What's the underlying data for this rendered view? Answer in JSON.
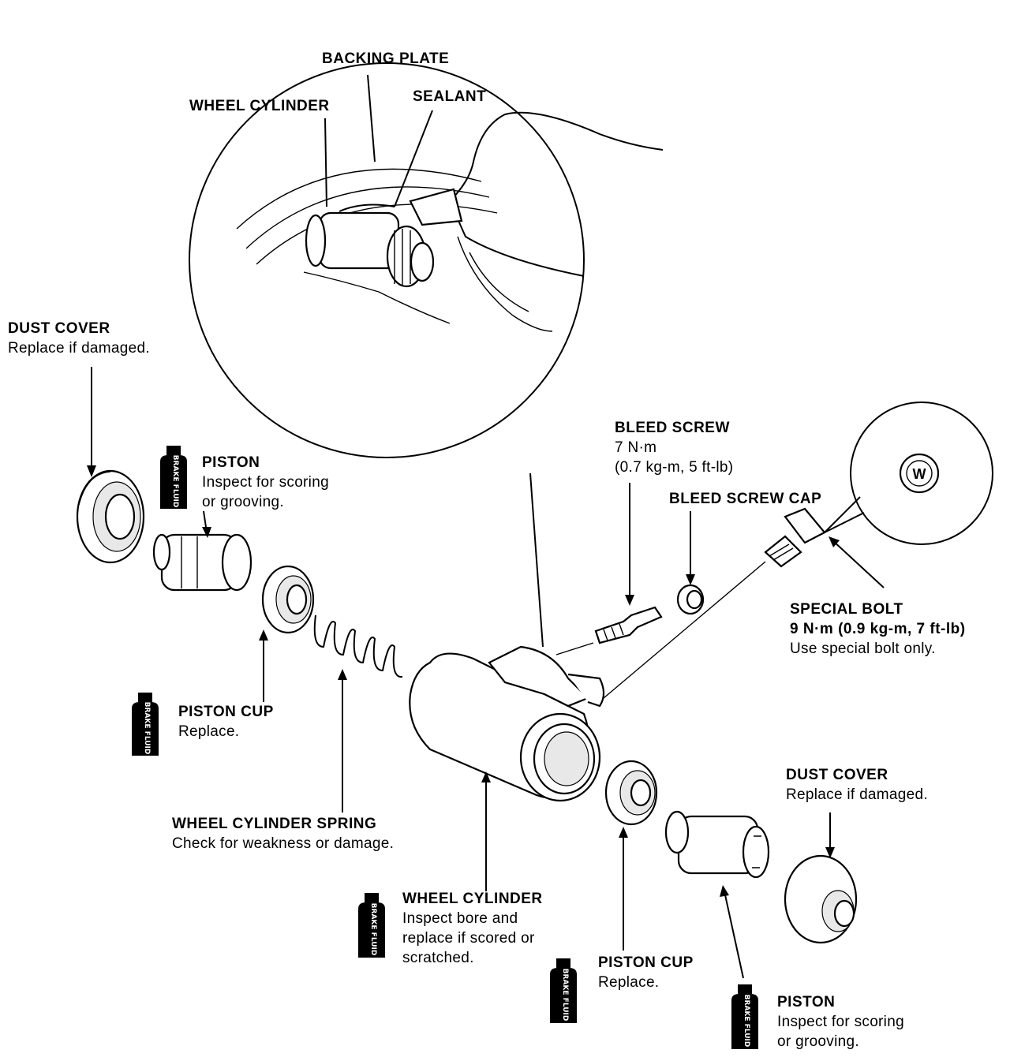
{
  "inset": {
    "backing_plate": "BACKING PLATE",
    "wheel_cylinder": "WHEEL CYLINDER",
    "sealant": "SEALANT"
  },
  "labels": {
    "dust_cover_left": {
      "title": "DUST COVER",
      "note": "Replace if damaged."
    },
    "piston_left": {
      "title": "PISTON",
      "note1": "Inspect for scoring",
      "note2": "or grooving."
    },
    "piston_cup_left": {
      "title": "PISTON CUP",
      "note": "Replace."
    },
    "spring": {
      "title": "WHEEL CYLINDER SPRING",
      "note": "Check for weakness or damage."
    },
    "wheel_cylinder": {
      "title": "WHEEL CYLINDER",
      "note1": "Inspect bore and",
      "note2": "replace if scored or",
      "note3": "scratched."
    },
    "bleed_screw": {
      "title": "BLEED SCREW",
      "torque1": "7 N·m",
      "torque2": "(0.7 kg-m, 5 ft-lb)"
    },
    "bleed_screw_cap": {
      "title": "BLEED SCREW CAP"
    },
    "special_bolt": {
      "title": "SPECIAL  BOLT",
      "torque": "9 N·m (0.9 kg-m, 7 ft-lb)",
      "note": "Use special bolt only."
    },
    "dust_cover_right": {
      "title": "DUST COVER",
      "note": "Replace if damaged."
    },
    "piston_cup_right": {
      "title": "PISTON CUP",
      "note": "Replace."
    },
    "piston_right": {
      "title": "PISTON",
      "note1": "Inspect for scoring",
      "note2": "or grooving."
    }
  },
  "bottle_text": "BRAKE FLUID",
  "bolt_mark": "W"
}
